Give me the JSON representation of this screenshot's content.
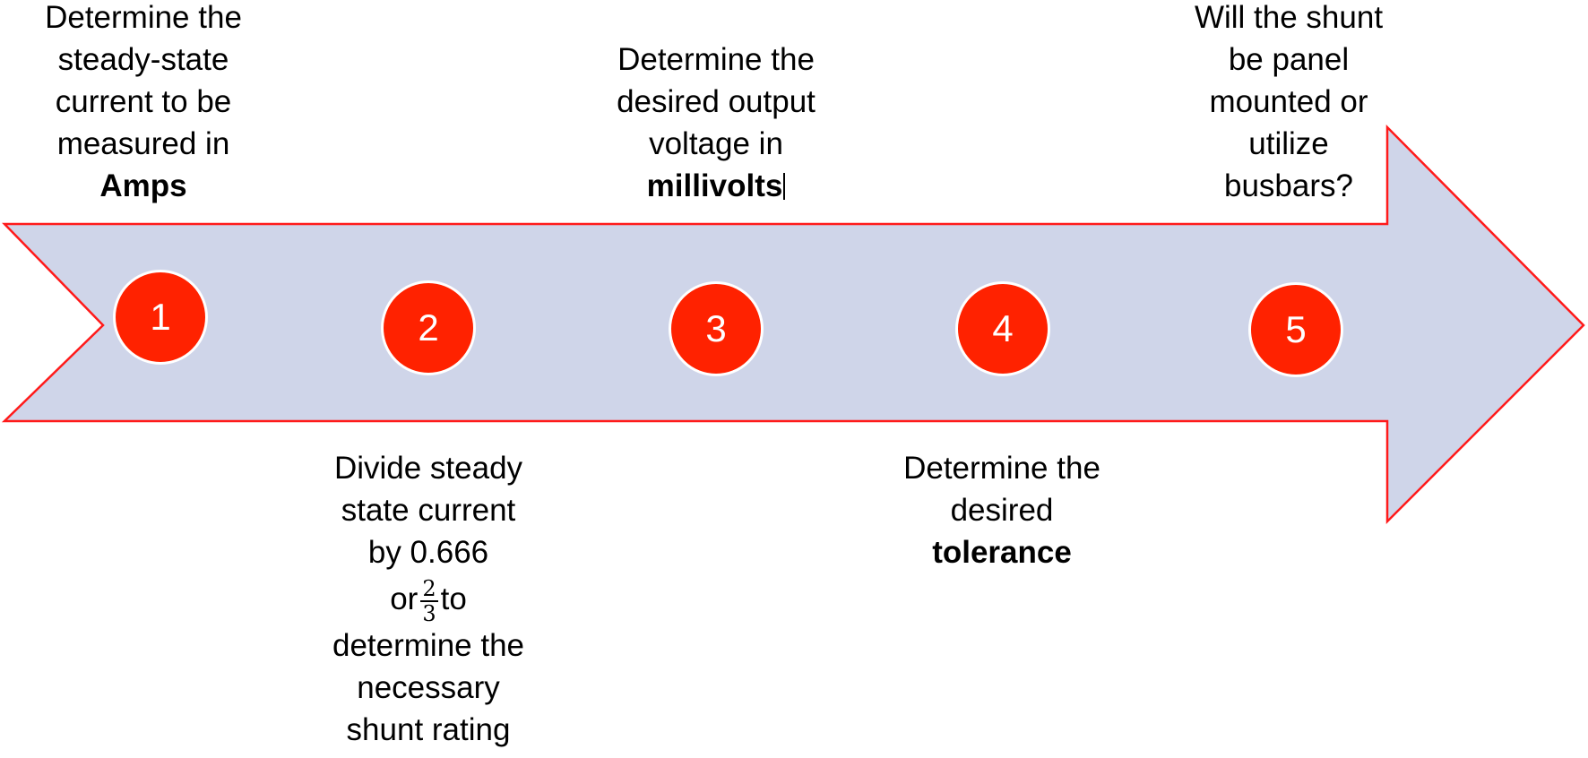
{
  "colors": {
    "arrow_fill": "#cfd5e9",
    "arrow_stroke": "#ff1a1a",
    "circle_fill": "#ff2200",
    "circle_border": "#ffffff",
    "text": "#000000"
  },
  "steps": [
    {
      "number": "1",
      "lines": [
        "Determine the",
        "steady-state",
        "current to be",
        "measured in"
      ],
      "bold": "Amps"
    },
    {
      "number": "2",
      "lines": [
        "Divide steady",
        "state current",
        "by 0.666"
      ],
      "fraction_prefix": "or",
      "fraction_num": "2",
      "fraction_den": "3",
      "fraction_suffix": "to",
      "lines_after": [
        "determine the",
        "necessary",
        "shunt rating"
      ]
    },
    {
      "number": "3",
      "lines": [
        "Determine the",
        "desired output",
        "voltage in"
      ],
      "bold": "millivolts"
    },
    {
      "number": "4",
      "lines": [
        "Determine the",
        "desired"
      ],
      "bold": "tolerance"
    },
    {
      "number": "5",
      "lines": [
        "Will the shunt",
        "be panel",
        "mounted or",
        "utilize",
        "busbars?"
      ]
    }
  ]
}
